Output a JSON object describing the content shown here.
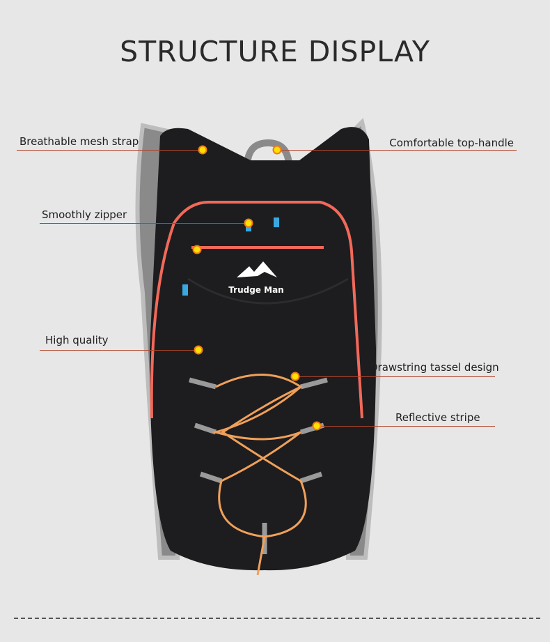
{
  "title": "STRUCTURE DISPLAY",
  "brand_logo_text": "Trudge Man",
  "callouts": [
    {
      "label": "Breathable mesh strap"
    },
    {
      "label": "Comfortable top-handle"
    },
    {
      "label": "Smoothly zipper"
    },
    {
      "label": "High quality"
    },
    {
      "label": "Drawstring tassel design"
    },
    {
      "label": "Reflective stripe"
    }
  ],
  "colors": {
    "background": "#e7e7e7",
    "leader_line": "#b0452a",
    "dot_fill": "#ffe000",
    "dot_ring": "#f07a1a",
    "accent_trim": "#f2695a",
    "cord": "#f0a05a"
  }
}
